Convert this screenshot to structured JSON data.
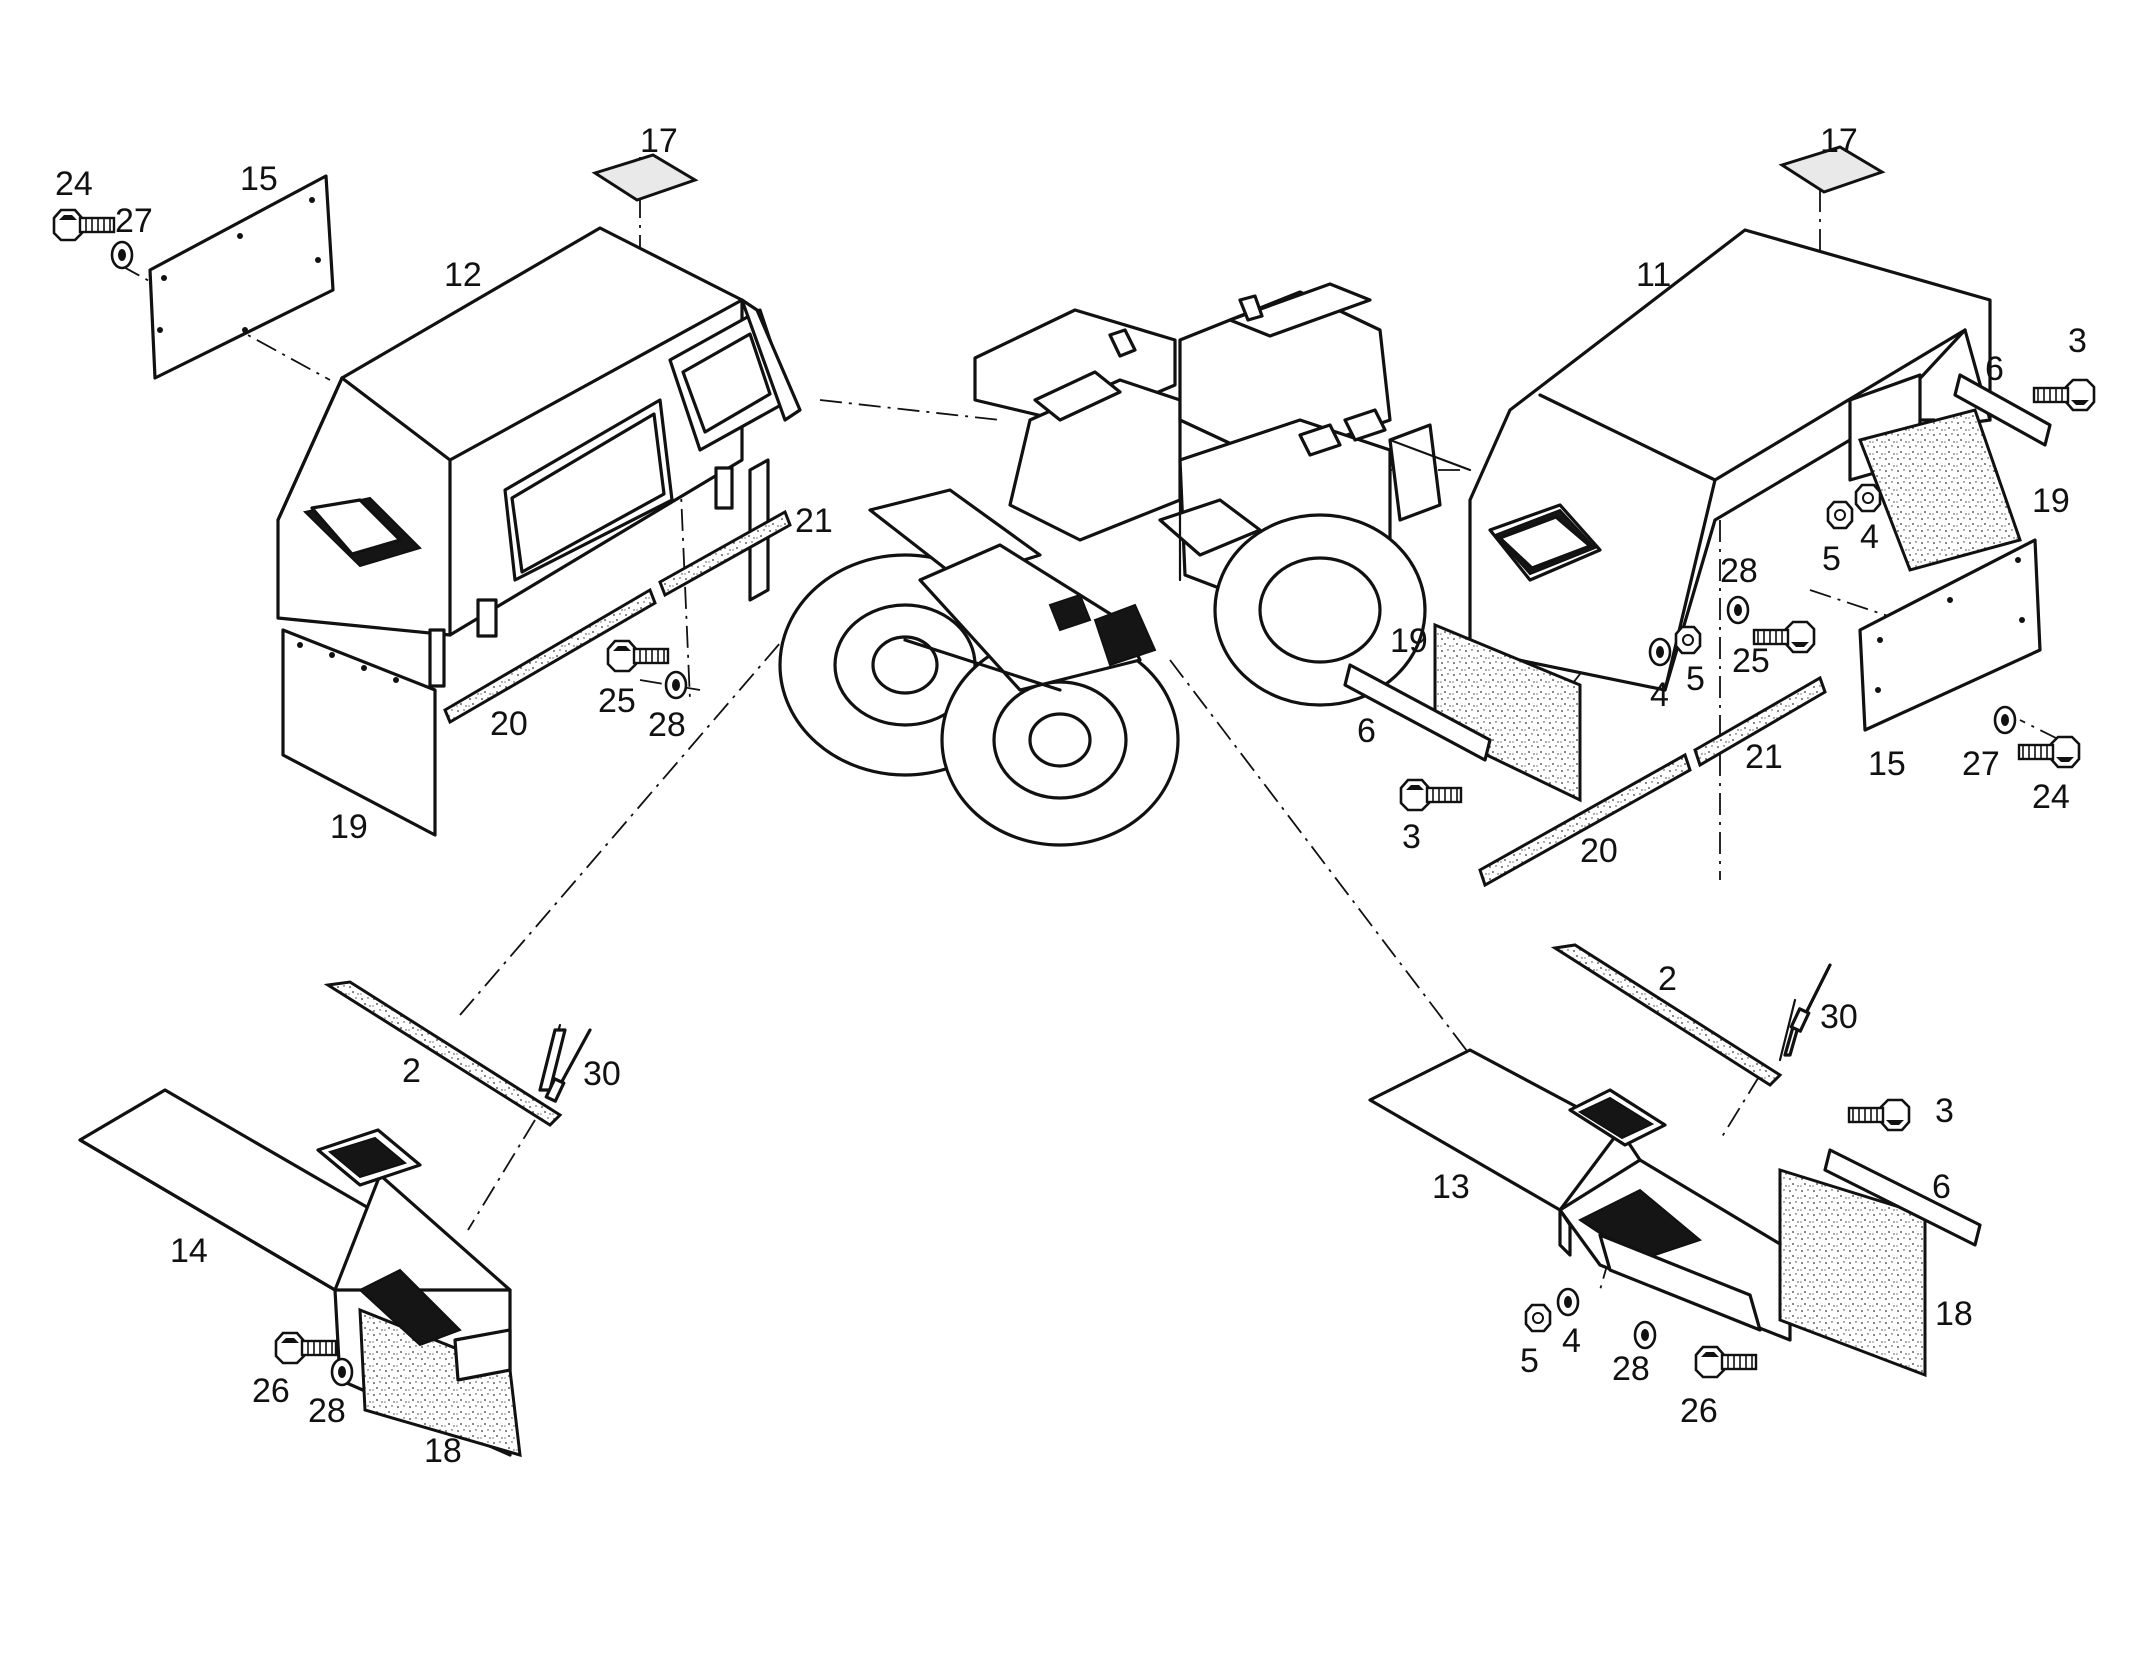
{
  "labels": {
    "l17a": "17",
    "l24a": "24",
    "l27a": "27",
    "l15a": "15",
    "l12": "12",
    "l21a": "21",
    "l25a": "25",
    "l28a": "28",
    "l20a": "20",
    "l19a": "19",
    "l17b": "17",
    "l11": "11",
    "l3a": "3",
    "l6a": "6",
    "l5a": "5",
    "l4a": "4",
    "l19b": "19",
    "l28b": "28",
    "l25b": "25",
    "l4b": "4",
    "l5b": "5",
    "l19c": "19",
    "l6b": "6",
    "l3b": "3",
    "l21b": "21",
    "l20b": "20",
    "l15b": "15",
    "l27b": "27",
    "l24b": "24",
    "l2a": "2",
    "l30a": "30",
    "l14": "14",
    "l26a": "26",
    "l28c": "28",
    "l18a": "18",
    "l2b": "2",
    "l30b": "30",
    "l3c": "3",
    "l13": "13",
    "l6c": "6",
    "l18b": "18",
    "l5c": "5",
    "l4c": "4",
    "l28d": "28",
    "l26b": "26"
  },
  "colors": {
    "ink": "#111111",
    "paper": "#ffffff",
    "panel_fill": "#e9e9e9"
  },
  "icons": [
    "hex-bolt-icon",
    "washer-icon",
    "hex-nut-icon",
    "rivet-icon"
  ]
}
